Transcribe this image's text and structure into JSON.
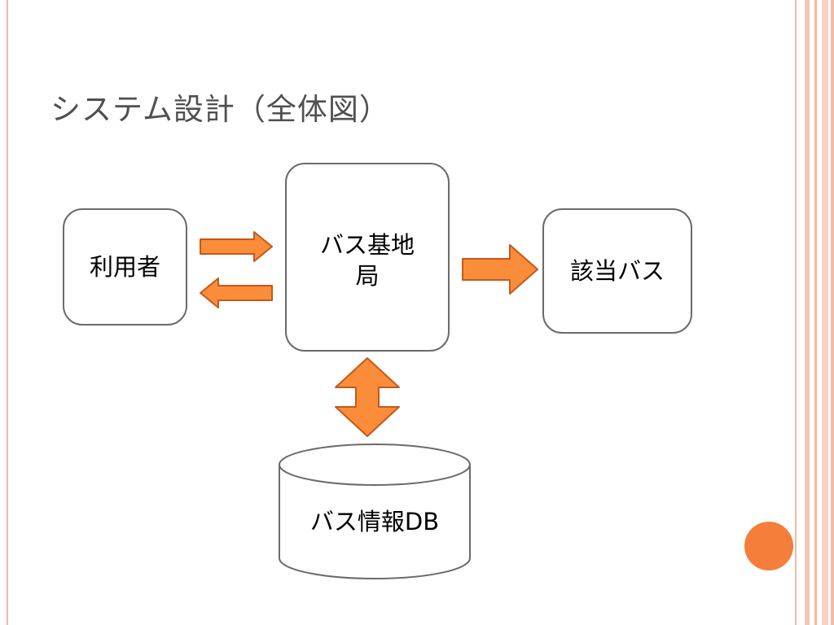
{
  "title": "システム設計（全体図）",
  "nodes": {
    "user": "利用者",
    "base": "バス基地局",
    "bus": "該当バス",
    "db": "バス情報DB"
  },
  "colors": {
    "arrow_fill": "#fb8c3a",
    "arrow_stroke": "#c15a1d",
    "box_border": "#6b6b6b",
    "accent_dot": "#f47e3a",
    "stripe": "#f4b9a5"
  }
}
